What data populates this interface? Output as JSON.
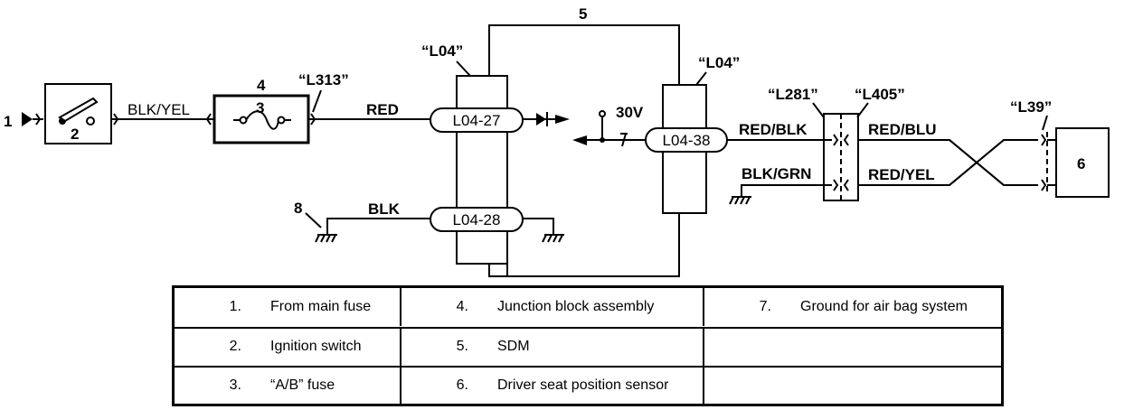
{
  "diagram": {
    "callouts": {
      "n1": "1",
      "n2": "2",
      "n3": "3",
      "n4": "4",
      "n5": "5",
      "n6": "6",
      "n8": "8"
    },
    "connectors": {
      "l04_left": "“L04”",
      "l04_right": "“L04”",
      "l313": "“L313”",
      "l281": "“L281”",
      "l405": "“L405”",
      "l39": "“L39”"
    },
    "terminals": {
      "t27": "L04-27",
      "t28": "L04-28",
      "t38": "L04-38"
    },
    "wires": {
      "blk_yel": "BLK/YEL",
      "red": "RED",
      "blk": "BLK",
      "red_blk": "RED/BLK",
      "blk_grn": "BLK/GRN",
      "red_blu": "RED/BLU",
      "red_yel": "RED/YEL"
    },
    "voltage": "30V"
  },
  "legend": {
    "rows": [
      [
        {
          "num": "1.",
          "text": "From main fuse"
        },
        {
          "num": "4.",
          "text": "Junction block assembly"
        },
        {
          "num": "7.",
          "text": "Ground for air bag system"
        }
      ],
      [
        {
          "num": "2.",
          "text": "Ignition switch"
        },
        {
          "num": "5.",
          "text": "SDM"
        },
        {
          "num": "",
          "text": ""
        }
      ],
      [
        {
          "num": "3.",
          "text": "“A/B” fuse"
        },
        {
          "num": "6.",
          "text": "Driver seat position sensor"
        },
        {
          "num": "",
          "text": ""
        }
      ]
    ]
  }
}
